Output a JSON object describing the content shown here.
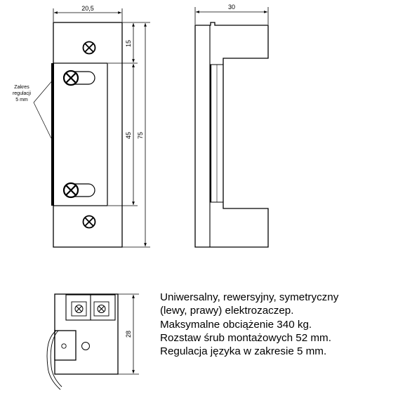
{
  "dimensions": {
    "front_width": "20,5",
    "side_width": "30",
    "top_offset": "15",
    "slot_span": "45",
    "total_height": "75",
    "end_height": "28"
  },
  "callout": {
    "line1": "Zakres",
    "line2": "regulacji",
    "line3": "5 mm"
  },
  "description": {
    "lines": [
      "Uniwersalny, rewersyjny, symetryczny",
      "(lewy, prawy) elektrozaczep.",
      "Maksymalne obciążenie 340 kg.",
      "Rozstaw śrub montażowych 52 mm.",
      "Regulacja języka w zakresie 5 mm."
    ]
  }
}
